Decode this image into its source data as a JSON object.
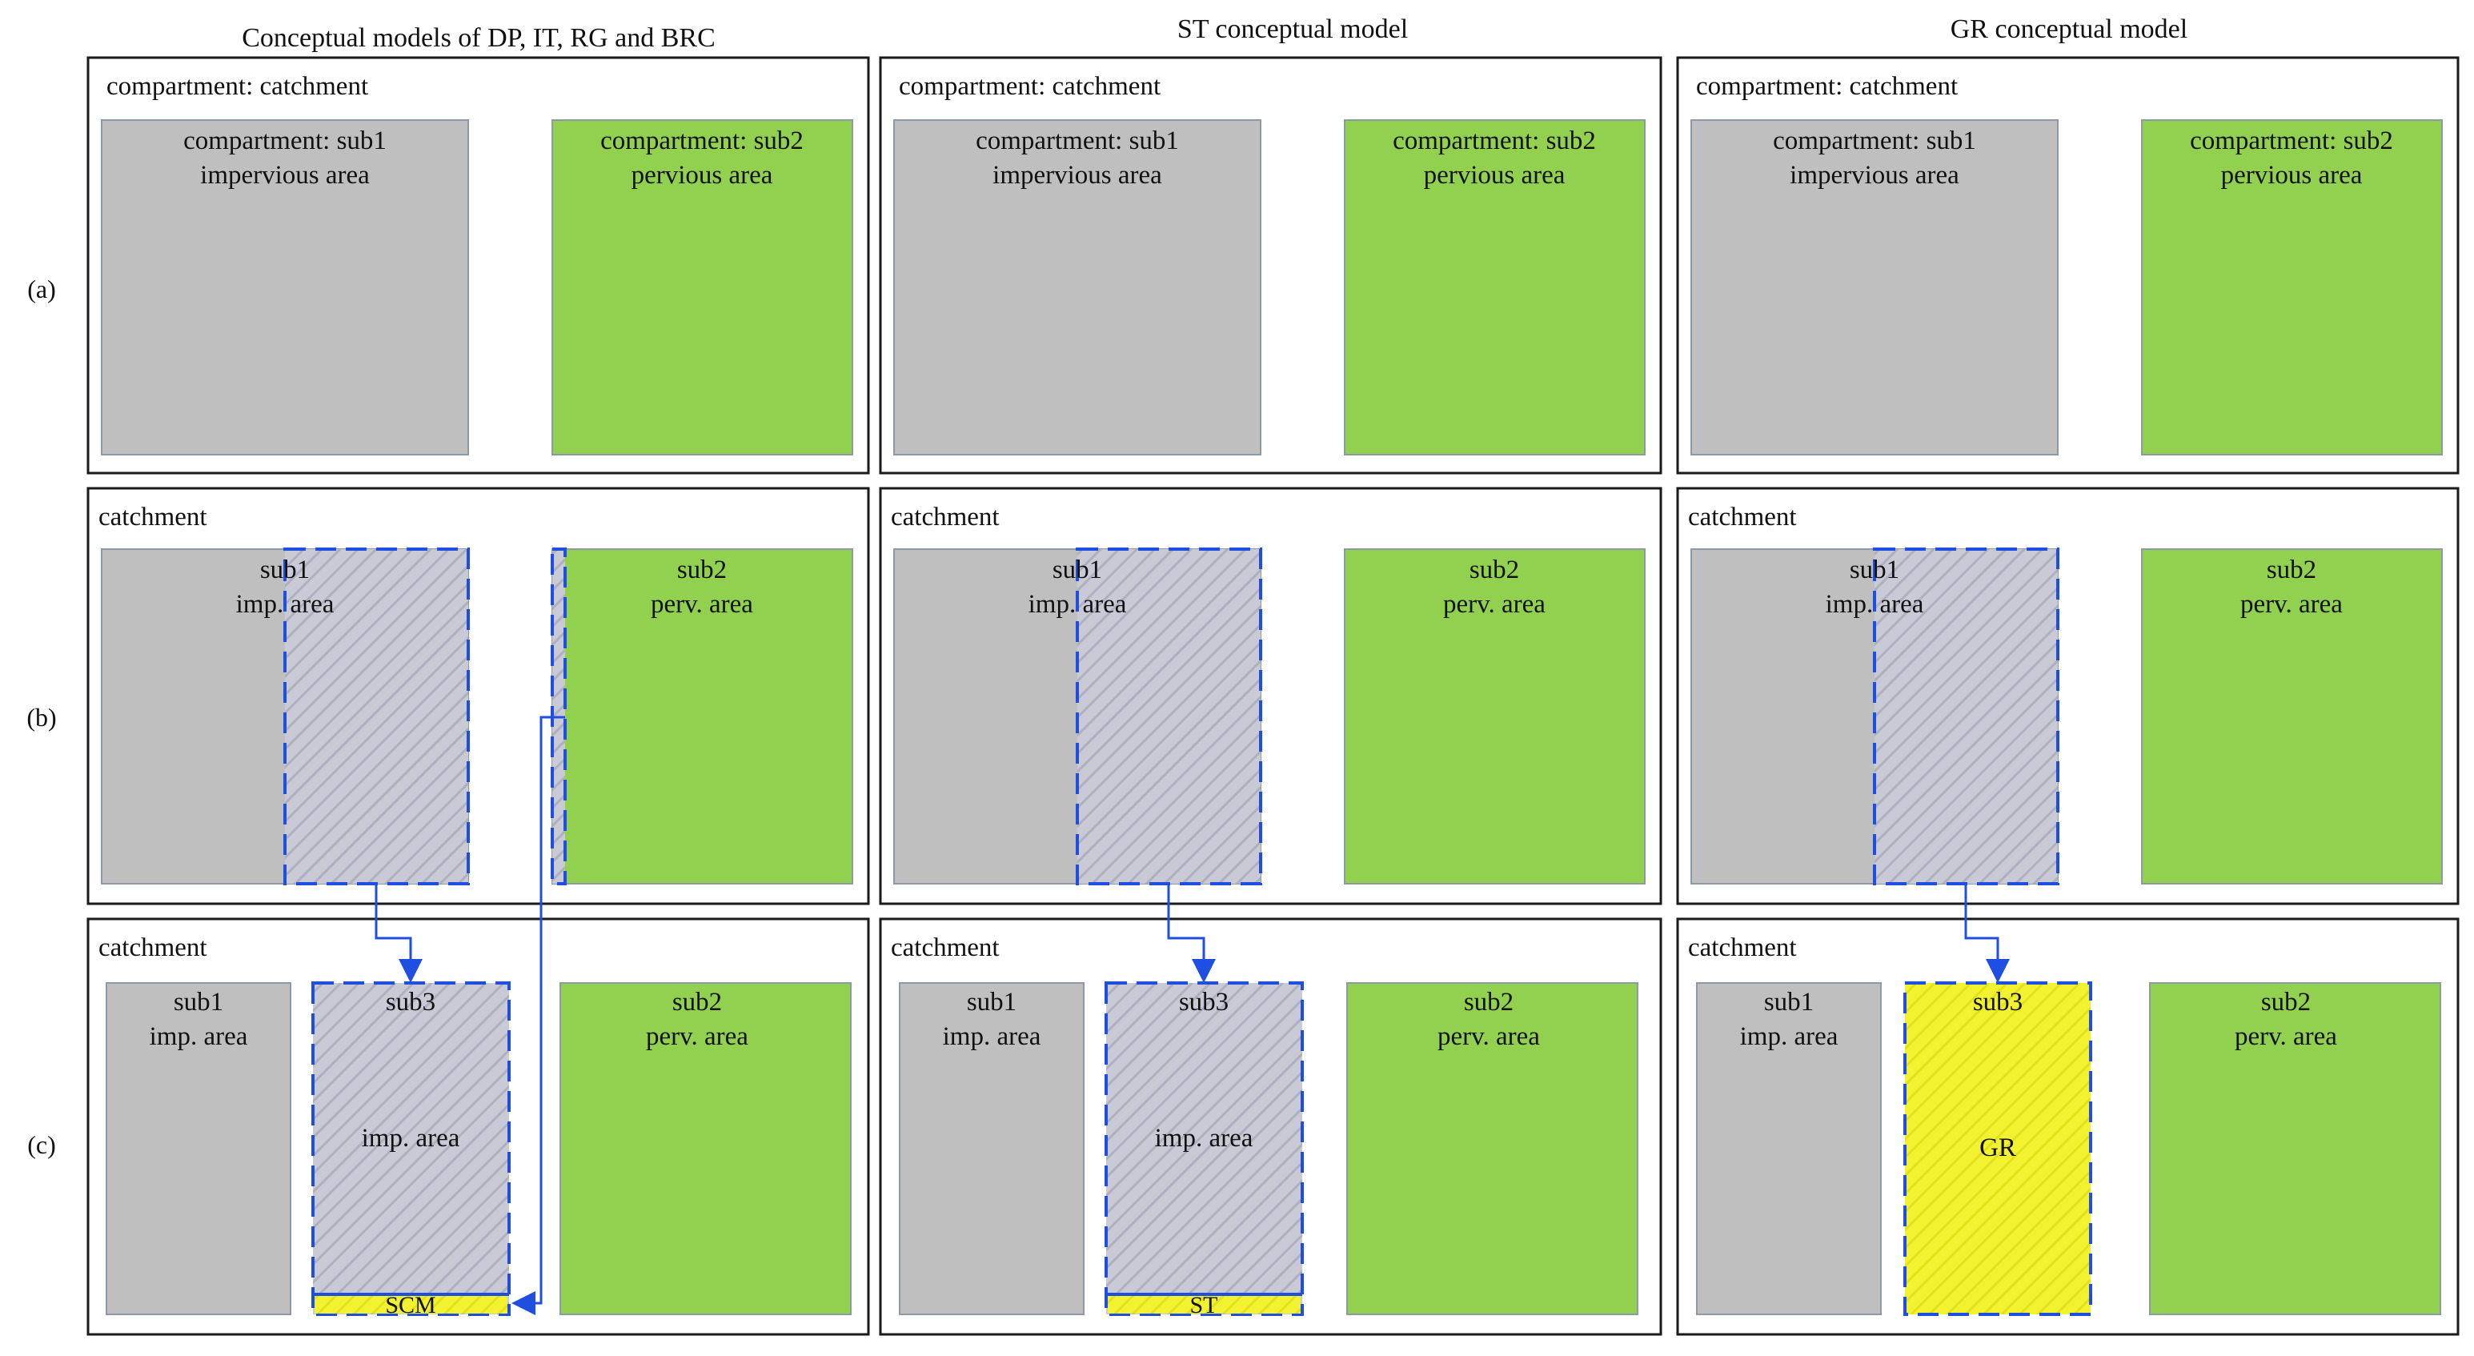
{
  "colors": {
    "grey": "#bfbfbf",
    "green": "#92d050",
    "yellow": "#f2f230",
    "blue": "#1f4fe0",
    "hatch_bg": "#c9cad6",
    "frame": "#1a1a1a"
  },
  "columns": [
    {
      "header": "Conceptual models of DP, IT, RG and BRC"
    },
    {
      "header": "ST conceptual model"
    },
    {
      "header": "GR conceptual model"
    }
  ],
  "rows": [
    {
      "label": "(a)"
    },
    {
      "label": "(b)"
    },
    {
      "label": "(c)"
    }
  ],
  "row_a": {
    "frame_label": "compartment: catchment",
    "sub1_line1": "compartment: sub1",
    "sub1_line2": "impervious area",
    "sub2_line1": "compartment: sub2",
    "sub2_line2": "pervious area"
  },
  "row_b": {
    "frame_label": "catchment",
    "sub1_line1": "sub1",
    "sub1_line2": "imp. area",
    "sub2_line1": "sub2",
    "sub2_line2": "perv. area"
  },
  "row_c": {
    "frame_label": "catchment",
    "sub1_line1": "sub1",
    "sub1_line2": "imp. area",
    "sub2_line1": "sub2",
    "sub2_line2": "perv. area",
    "sub3_label": "sub3",
    "sub3_mid": "imp. area",
    "sub3_gr": "GR",
    "scm_label": "SCM",
    "st_label": "ST"
  }
}
